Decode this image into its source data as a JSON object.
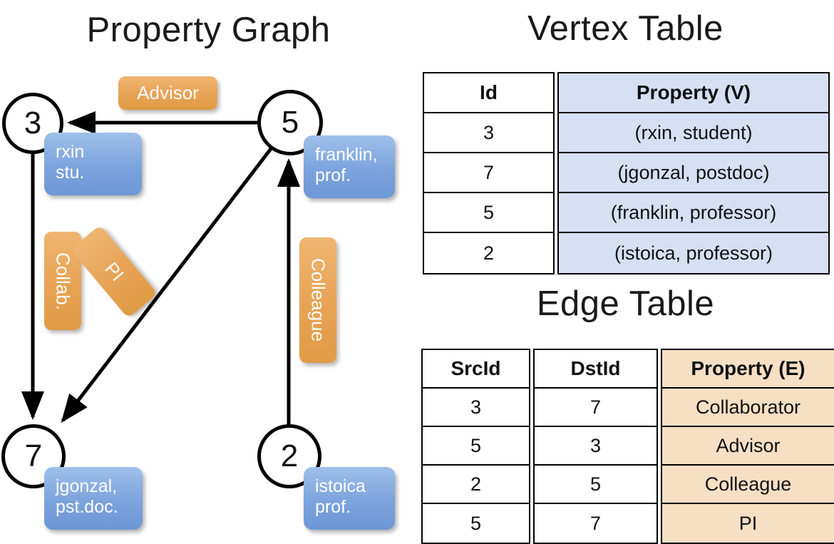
{
  "titles": {
    "property_graph": "Property Graph",
    "vertex_table": "Vertex Table",
    "edge_table": "Edge Table"
  },
  "colors": {
    "vertex_property_fill": "#d6e0f2",
    "edge_property_fill": "#f7dfc3",
    "node_property_box": "#7ba3dd",
    "edge_label_box": "#e8a457",
    "stroke": "#000000",
    "background": "#ffffff"
  },
  "graph": {
    "nodes": [
      {
        "id": "3",
        "property_lines": [
          "rxin",
          "stu."
        ]
      },
      {
        "id": "5",
        "property_lines": [
          "franklin,",
          "prof."
        ]
      },
      {
        "id": "7",
        "property_lines": [
          "jgonzal,",
          "pst.doc."
        ]
      },
      {
        "id": "2",
        "property_lines": [
          "istoica",
          "prof."
        ]
      }
    ],
    "edge_labels": [
      {
        "name": "advisor-label",
        "text": "Advisor",
        "orientation": "horizontal"
      },
      {
        "name": "collab-label",
        "text": "Collab.",
        "orientation": "vertical"
      },
      {
        "name": "pi-label",
        "text": "PI",
        "orientation": "vertical-rotated"
      },
      {
        "name": "colleague-label",
        "text": "Colleague",
        "orientation": "vertical"
      }
    ],
    "edges": [
      {
        "from": "5",
        "to": "3",
        "label": "Advisor"
      },
      {
        "from": "3",
        "to": "7",
        "label": "Collab."
      },
      {
        "from": "5",
        "to": "7",
        "label": "PI"
      },
      {
        "from": "2",
        "to": "5",
        "label": "Colleague"
      }
    ]
  },
  "vertex_table": {
    "headers": [
      "Id",
      "Property (V)"
    ],
    "rows": [
      {
        "id": "3",
        "property": "(rxin, student)"
      },
      {
        "id": "7",
        "property": "(jgonzal, postdoc)"
      },
      {
        "id": "5",
        "property": "(franklin, professor)"
      },
      {
        "id": "2",
        "property": "(istoica, professor)"
      }
    ]
  },
  "edge_table": {
    "headers": [
      "SrcId",
      "DstId",
      "Property (E)"
    ],
    "rows": [
      {
        "src": "3",
        "dst": "7",
        "property": "Collaborator"
      },
      {
        "src": "5",
        "dst": "3",
        "property": "Advisor"
      },
      {
        "src": "2",
        "dst": "5",
        "property": "Colleague"
      },
      {
        "src": "5",
        "dst": "7",
        "property": "PI"
      }
    ]
  }
}
